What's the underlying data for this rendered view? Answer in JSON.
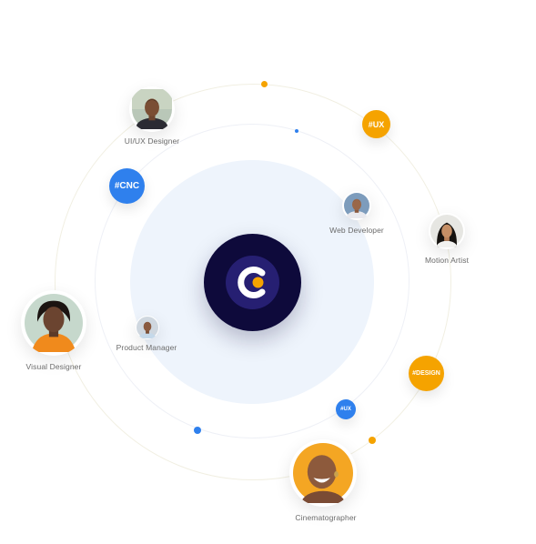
{
  "center": {
    "logo_icon": "c-logo-icon",
    "colors": {
      "outer": "#0e0a3b",
      "inner": "#261f72",
      "mark": "#ffffff",
      "dot": "#f5a300"
    }
  },
  "people": [
    {
      "id": "uiux-designer",
      "label": "UI/UX Designer",
      "icon": "person-avatar"
    },
    {
      "id": "web-developer",
      "label": "Web Developer",
      "icon": "person-avatar"
    },
    {
      "id": "motion-artist",
      "label": "Motion Artist",
      "icon": "person-avatar"
    },
    {
      "id": "product-manager",
      "label": "Product Manager",
      "icon": "person-avatar"
    },
    {
      "id": "visual-designer",
      "label": "Visual Designer",
      "icon": "person-avatar"
    },
    {
      "id": "cinematographer",
      "label": "Cinematographer",
      "icon": "person-avatar"
    }
  ],
  "tags": {
    "ux_top": "#UX",
    "cnc": "#CNC",
    "design": "#DESIGN",
    "ux_small": "#UX"
  },
  "colors": {
    "orange": "#f5a300",
    "blue": "#2f80ed",
    "label_text": "#6b6b6b",
    "halo": "#eef4fc"
  }
}
